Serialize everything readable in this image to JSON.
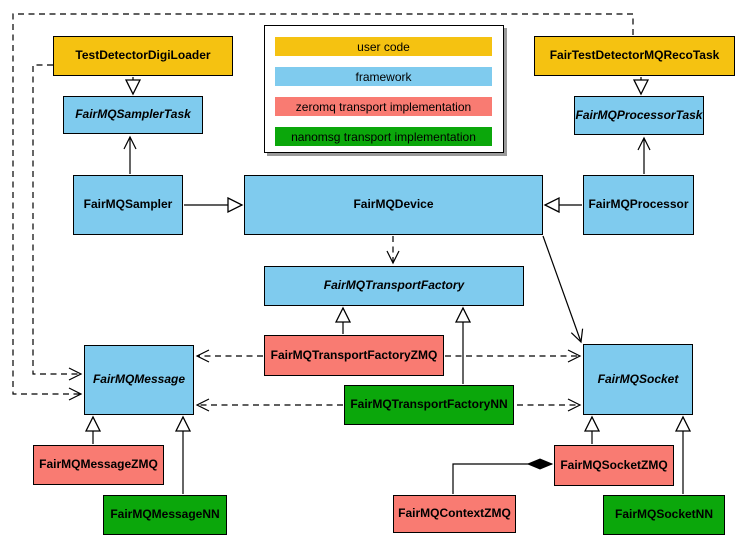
{
  "colors": {
    "user_code": "#F5C211",
    "framework": "#7FCBEE",
    "zeromq_transport": "#F97B72",
    "nanomsg_transport": "#0BA70B"
  },
  "legend": {
    "items": [
      {
        "label": "user code",
        "color": "#F5C211"
      },
      {
        "label": "framework",
        "color": "#7FCBEE"
      },
      {
        "label": "zeromq transport implementation",
        "color": "#F97B72"
      },
      {
        "label": "nanomsg transport implementation",
        "color": "#0BA70B"
      }
    ]
  },
  "nodes": {
    "testDetectorDigiLoader": {
      "label": "TestDetectorDigiLoader",
      "category": "user code",
      "abstract": false
    },
    "fairTestDetectorMQRecoTask": {
      "label": "FairTestDetectorMQRecoTask",
      "category": "user code",
      "abstract": false
    },
    "fairMQSamplerTask": {
      "label": "FairMQSamplerTask",
      "category": "framework",
      "abstract": true
    },
    "fairMQProcessorTask": {
      "label": "FairMQProcessorTask",
      "category": "framework",
      "abstract": true
    },
    "fairMQSampler": {
      "label": "FairMQSampler",
      "category": "framework",
      "abstract": false
    },
    "fairMQDevice": {
      "label": "FairMQDevice",
      "category": "framework",
      "abstract": false
    },
    "fairMQProcessor": {
      "label": "FairMQProcessor",
      "category": "framework",
      "abstract": false
    },
    "fairMQTransportFactory": {
      "label": "FairMQTransportFactory",
      "category": "framework",
      "abstract": true
    },
    "fairMQTransportFactoryZMQ": {
      "label": "FairMQTransportFactoryZMQ",
      "category": "zeromq transport implementation",
      "abstract": false
    },
    "fairMQTransportFactoryNN": {
      "label": "FairMQTransportFactoryNN",
      "category": "nanomsg transport implementation",
      "abstract": false
    },
    "fairMQMessage": {
      "label": "FairMQMessage",
      "category": "framework",
      "abstract": true
    },
    "fairMQSocket": {
      "label": "FairMQSocket",
      "category": "framework",
      "abstract": true
    },
    "fairMQMessageZMQ": {
      "label": "FairMQMessageZMQ",
      "category": "zeromq transport implementation",
      "abstract": false
    },
    "fairMQMessageNN": {
      "label": "FairMQMessageNN",
      "category": "nanomsg transport implementation",
      "abstract": false
    },
    "fairMQContextZMQ": {
      "label": "FairMQContextZMQ",
      "category": "zeromq transport implementation",
      "abstract": false
    },
    "fairMQSocketZMQ": {
      "label": "FairMQSocketZMQ",
      "category": "zeromq transport implementation",
      "abstract": false
    },
    "fairMQSocketNN": {
      "label": "FairMQSocketNN",
      "category": "nanomsg transport implementation",
      "abstract": false
    }
  },
  "edges": [
    {
      "from": "TestDetectorDigiLoader",
      "to": "FairMQSamplerTask",
      "type": "inheritance"
    },
    {
      "from": "FairTestDetectorMQRecoTask",
      "to": "FairMQProcessorTask",
      "type": "inheritance"
    },
    {
      "from": "FairMQSampler",
      "to": "FairMQDevice",
      "type": "inheritance"
    },
    {
      "from": "FairMQProcessor",
      "to": "FairMQDevice",
      "type": "inheritance"
    },
    {
      "from": "FairMQTransportFactoryZMQ",
      "to": "FairMQTransportFactory",
      "type": "inheritance"
    },
    {
      "from": "FairMQTransportFactoryNN",
      "to": "FairMQTransportFactory",
      "type": "inheritance"
    },
    {
      "from": "FairMQMessageZMQ",
      "to": "FairMQMessage",
      "type": "inheritance"
    },
    {
      "from": "FairMQMessageNN",
      "to": "FairMQMessage",
      "type": "inheritance"
    },
    {
      "from": "FairMQSocketZMQ",
      "to": "FairMQSocket",
      "type": "inheritance"
    },
    {
      "from": "FairMQSocketNN",
      "to": "FairMQSocket",
      "type": "inheritance"
    },
    {
      "from": "FairMQSampler",
      "to": "FairMQSamplerTask",
      "type": "association"
    },
    {
      "from": "FairMQProcessor",
      "to": "FairMQProcessorTask",
      "type": "association"
    },
    {
      "from": "FairMQDevice",
      "to": "FairMQSocket",
      "type": "association"
    },
    {
      "from": "FairMQDevice",
      "to": "FairMQTransportFactory",
      "type": "dependency"
    },
    {
      "from": "FairMQTransportFactoryZMQ",
      "to": "FairMQMessage",
      "type": "dependency"
    },
    {
      "from": "FairMQTransportFactoryZMQ",
      "to": "FairMQSocket",
      "type": "dependency"
    },
    {
      "from": "FairMQTransportFactoryNN",
      "to": "FairMQMessage",
      "type": "dependency"
    },
    {
      "from": "FairMQTransportFactoryNN",
      "to": "FairMQSocket",
      "type": "dependency"
    },
    {
      "from": "TestDetectorDigiLoader",
      "to": "FairMQMessage",
      "type": "dependency"
    },
    {
      "from": "FairTestDetectorMQRecoTask",
      "to": "FairMQMessage",
      "type": "dependency"
    },
    {
      "from": "FairMQSocketZMQ",
      "to": "FairMQContextZMQ",
      "type": "composition"
    }
  ]
}
